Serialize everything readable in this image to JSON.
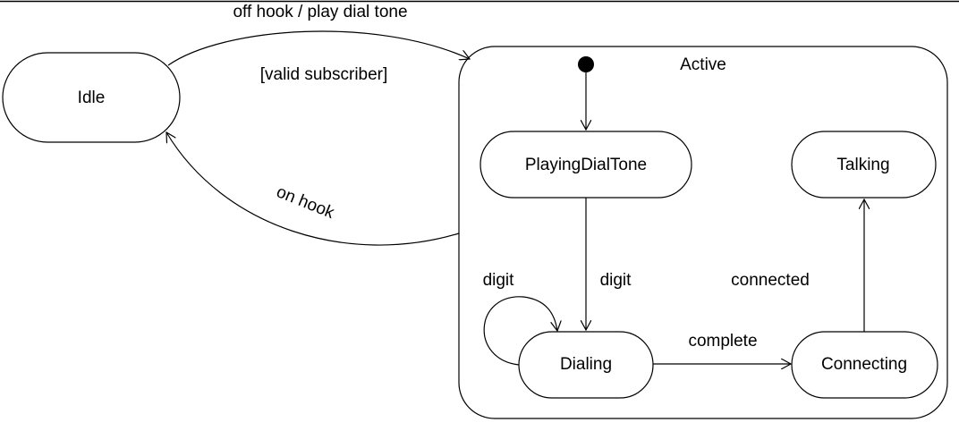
{
  "states": {
    "idle": "Idle",
    "active": "Active",
    "playing_dial_tone": "PlayingDialTone",
    "talking": "Talking",
    "dialing": "Dialing",
    "connecting": "Connecting"
  },
  "transitions": {
    "off_hook": "off hook / play dial tone",
    "valid_subscriber": "[valid subscriber]",
    "on_hook": "on hook",
    "digit_self": "digit",
    "digit": "digit",
    "connected": "connected",
    "complete": "complete"
  },
  "colors": {
    "stroke": "#000000",
    "fill": "#ffffff",
    "text": "#000000"
  }
}
